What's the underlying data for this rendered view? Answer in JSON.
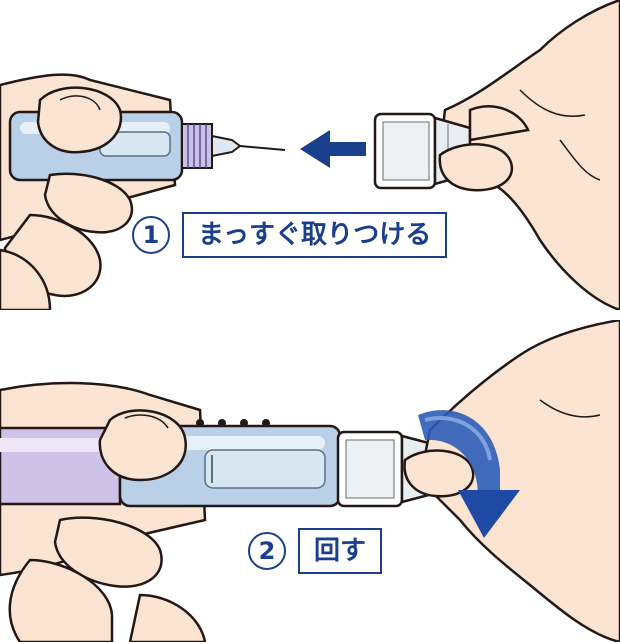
{
  "steps": [
    {
      "number": "1",
      "label": "まっすぐ取りつける"
    },
    {
      "number": "2",
      "label": "回す"
    }
  ],
  "colors": {
    "label_blue": "#1a3f8c",
    "skin": "#fbe4d2",
    "outline": "#231815",
    "pen_body": "#b9d0e6",
    "pen_violet": "#cfc2e8"
  }
}
